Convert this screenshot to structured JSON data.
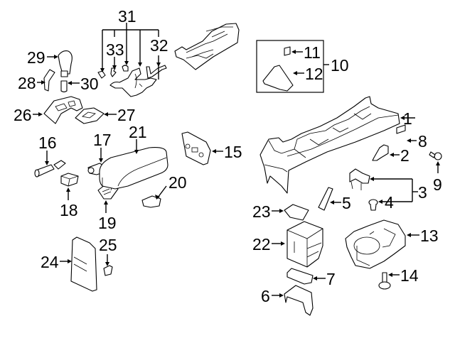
{
  "diagram": {
    "title": "Center Console Parts Diagram",
    "colors": {
      "line": "#000000",
      "background": "#ffffff"
    },
    "callouts": [
      {
        "id": "1",
        "label": "1"
      },
      {
        "id": "2",
        "label": "2"
      },
      {
        "id": "3",
        "label": "3"
      },
      {
        "id": "4",
        "label": "4"
      },
      {
        "id": "5",
        "label": "5"
      },
      {
        "id": "6",
        "label": "6"
      },
      {
        "id": "7",
        "label": "7"
      },
      {
        "id": "8",
        "label": "8"
      },
      {
        "id": "9",
        "label": "9"
      },
      {
        "id": "10",
        "label": "10"
      },
      {
        "id": "11",
        "label": "11"
      },
      {
        "id": "12",
        "label": "12"
      },
      {
        "id": "13",
        "label": "13"
      },
      {
        "id": "14",
        "label": "14"
      },
      {
        "id": "15",
        "label": "15"
      },
      {
        "id": "16",
        "label": "16"
      },
      {
        "id": "17",
        "label": "17"
      },
      {
        "id": "18",
        "label": "18"
      },
      {
        "id": "19",
        "label": "19"
      },
      {
        "id": "20",
        "label": "20"
      },
      {
        "id": "21",
        "label": "21"
      },
      {
        "id": "22",
        "label": "22"
      },
      {
        "id": "23",
        "label": "23"
      },
      {
        "id": "24",
        "label": "24"
      },
      {
        "id": "25",
        "label": "25"
      },
      {
        "id": "26",
        "label": "26"
      },
      {
        "id": "27",
        "label": "27"
      },
      {
        "id": "28",
        "label": "28"
      },
      {
        "id": "29",
        "label": "29"
      },
      {
        "id": "30",
        "label": "30"
      },
      {
        "id": "31",
        "label": "31"
      },
      {
        "id": "32",
        "label": "32"
      },
      {
        "id": "33",
        "label": "33"
      }
    ]
  }
}
